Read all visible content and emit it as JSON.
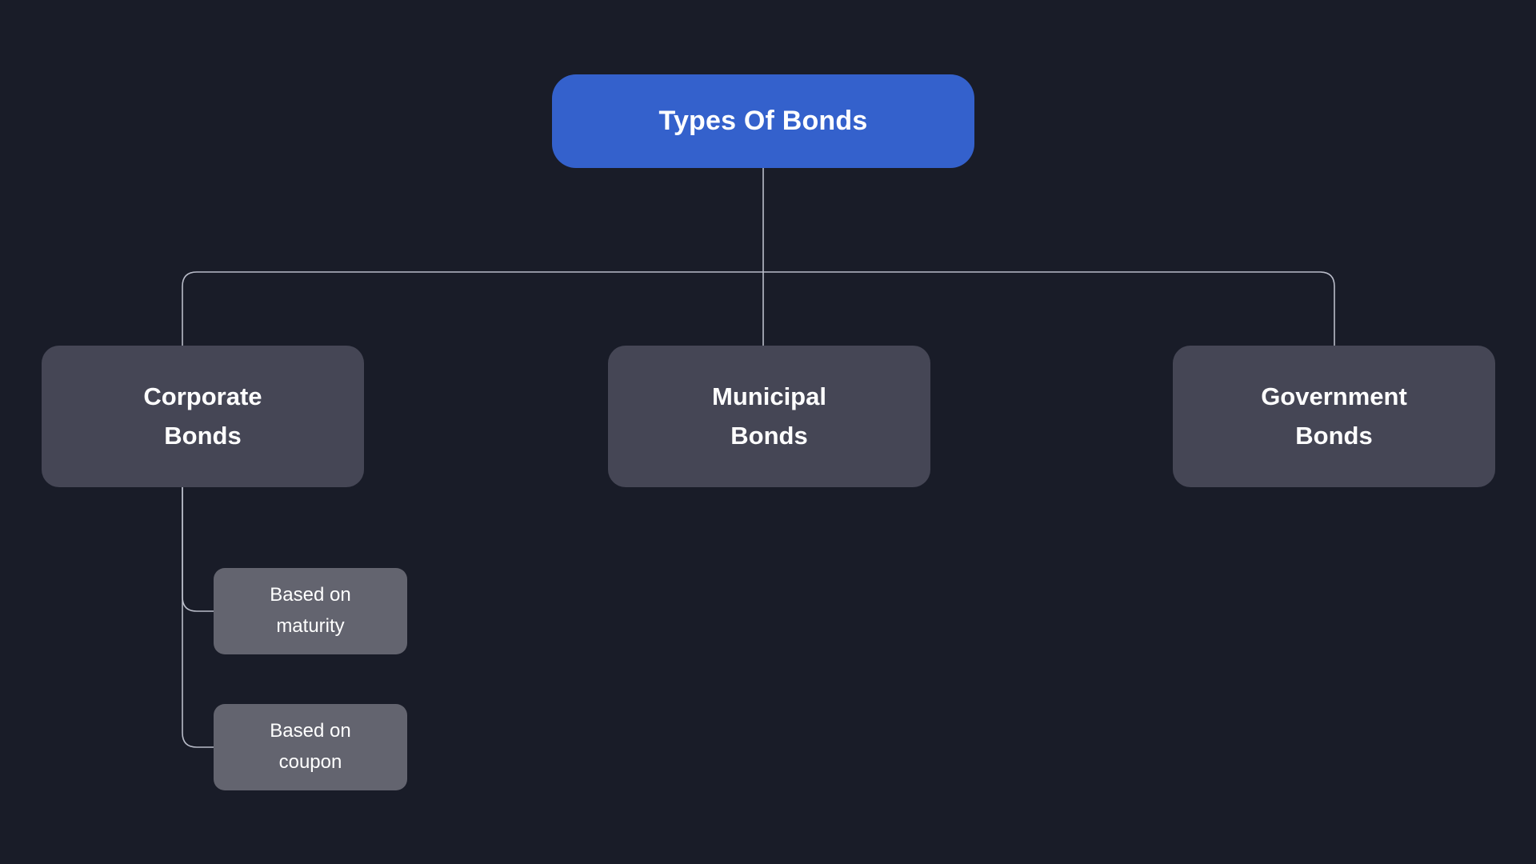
{
  "diagram": {
    "title": "Types Of Bonds",
    "type": "mind-map",
    "background_color": "#191c28",
    "connector_color": "#b9bcc9",
    "root": {
      "id": "types-of-bonds",
      "label": "Types Of Bonds",
      "color": "#3461cc",
      "text_color": "#ffffff",
      "level": 1
    },
    "branches": [
      {
        "id": "corporate-bonds",
        "label": "Corporate\nBonds",
        "color": "#454655",
        "text_color": "#ffffff",
        "level": 2,
        "children": [
          {
            "id": "based-on-maturity",
            "label": "Based on\nmaturity",
            "color": "#63646f",
            "text_color": "#ffffff",
            "level": 3
          },
          {
            "id": "based-on-coupon",
            "label": "Based on\ncoupon",
            "color": "#63646f",
            "text_color": "#ffffff",
            "level": 3
          }
        ]
      },
      {
        "id": "municipal-bonds",
        "label": "Municipal\nBonds",
        "color": "#454655",
        "text_color": "#ffffff",
        "level": 2,
        "children": []
      },
      {
        "id": "government-bonds",
        "label": "Government\nBonds",
        "color": "#454655",
        "text_color": "#ffffff",
        "level": 2,
        "children": []
      }
    ]
  }
}
